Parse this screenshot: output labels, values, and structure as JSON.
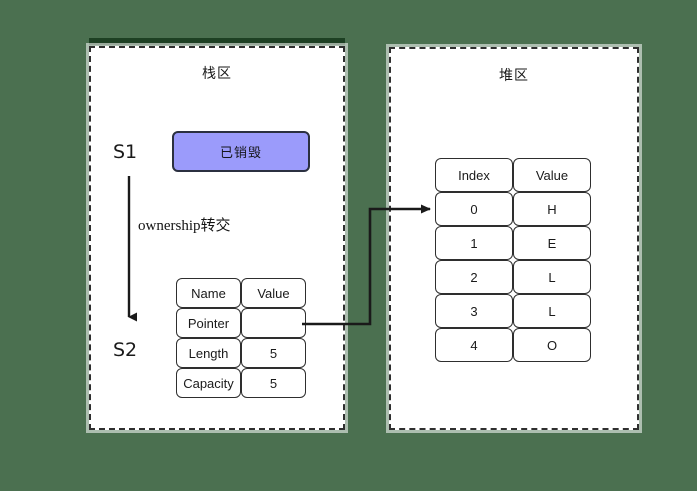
{
  "diagram": {
    "background_color": "#4b7050",
    "title_accent_bar_color": "#1d4023",
    "panel_border_color": "#2f2f2f",
    "destroyed_box_color": "#9b9bfb"
  },
  "stack_panel": {
    "title": "栈区",
    "destroyed_box_label": "已销毁",
    "s1_label": "S1",
    "s2_label": "S2",
    "ownership_label": "ownership转交",
    "table": {
      "headers": [
        "Name",
        "Value"
      ],
      "rows": [
        {
          "name": "Pointer",
          "value": ""
        },
        {
          "name": "Length",
          "value": "5"
        },
        {
          "name": "Capacity",
          "value": "5"
        }
      ]
    }
  },
  "heap_panel": {
    "title": "堆区",
    "table": {
      "headers": [
        "Index",
        "Value"
      ],
      "rows": [
        {
          "index": "0",
          "value": "H"
        },
        {
          "index": "1",
          "value": "E"
        },
        {
          "index": "2",
          "value": "L"
        },
        {
          "index": "3",
          "value": "L"
        },
        {
          "index": "4",
          "value": "O"
        }
      ]
    }
  }
}
